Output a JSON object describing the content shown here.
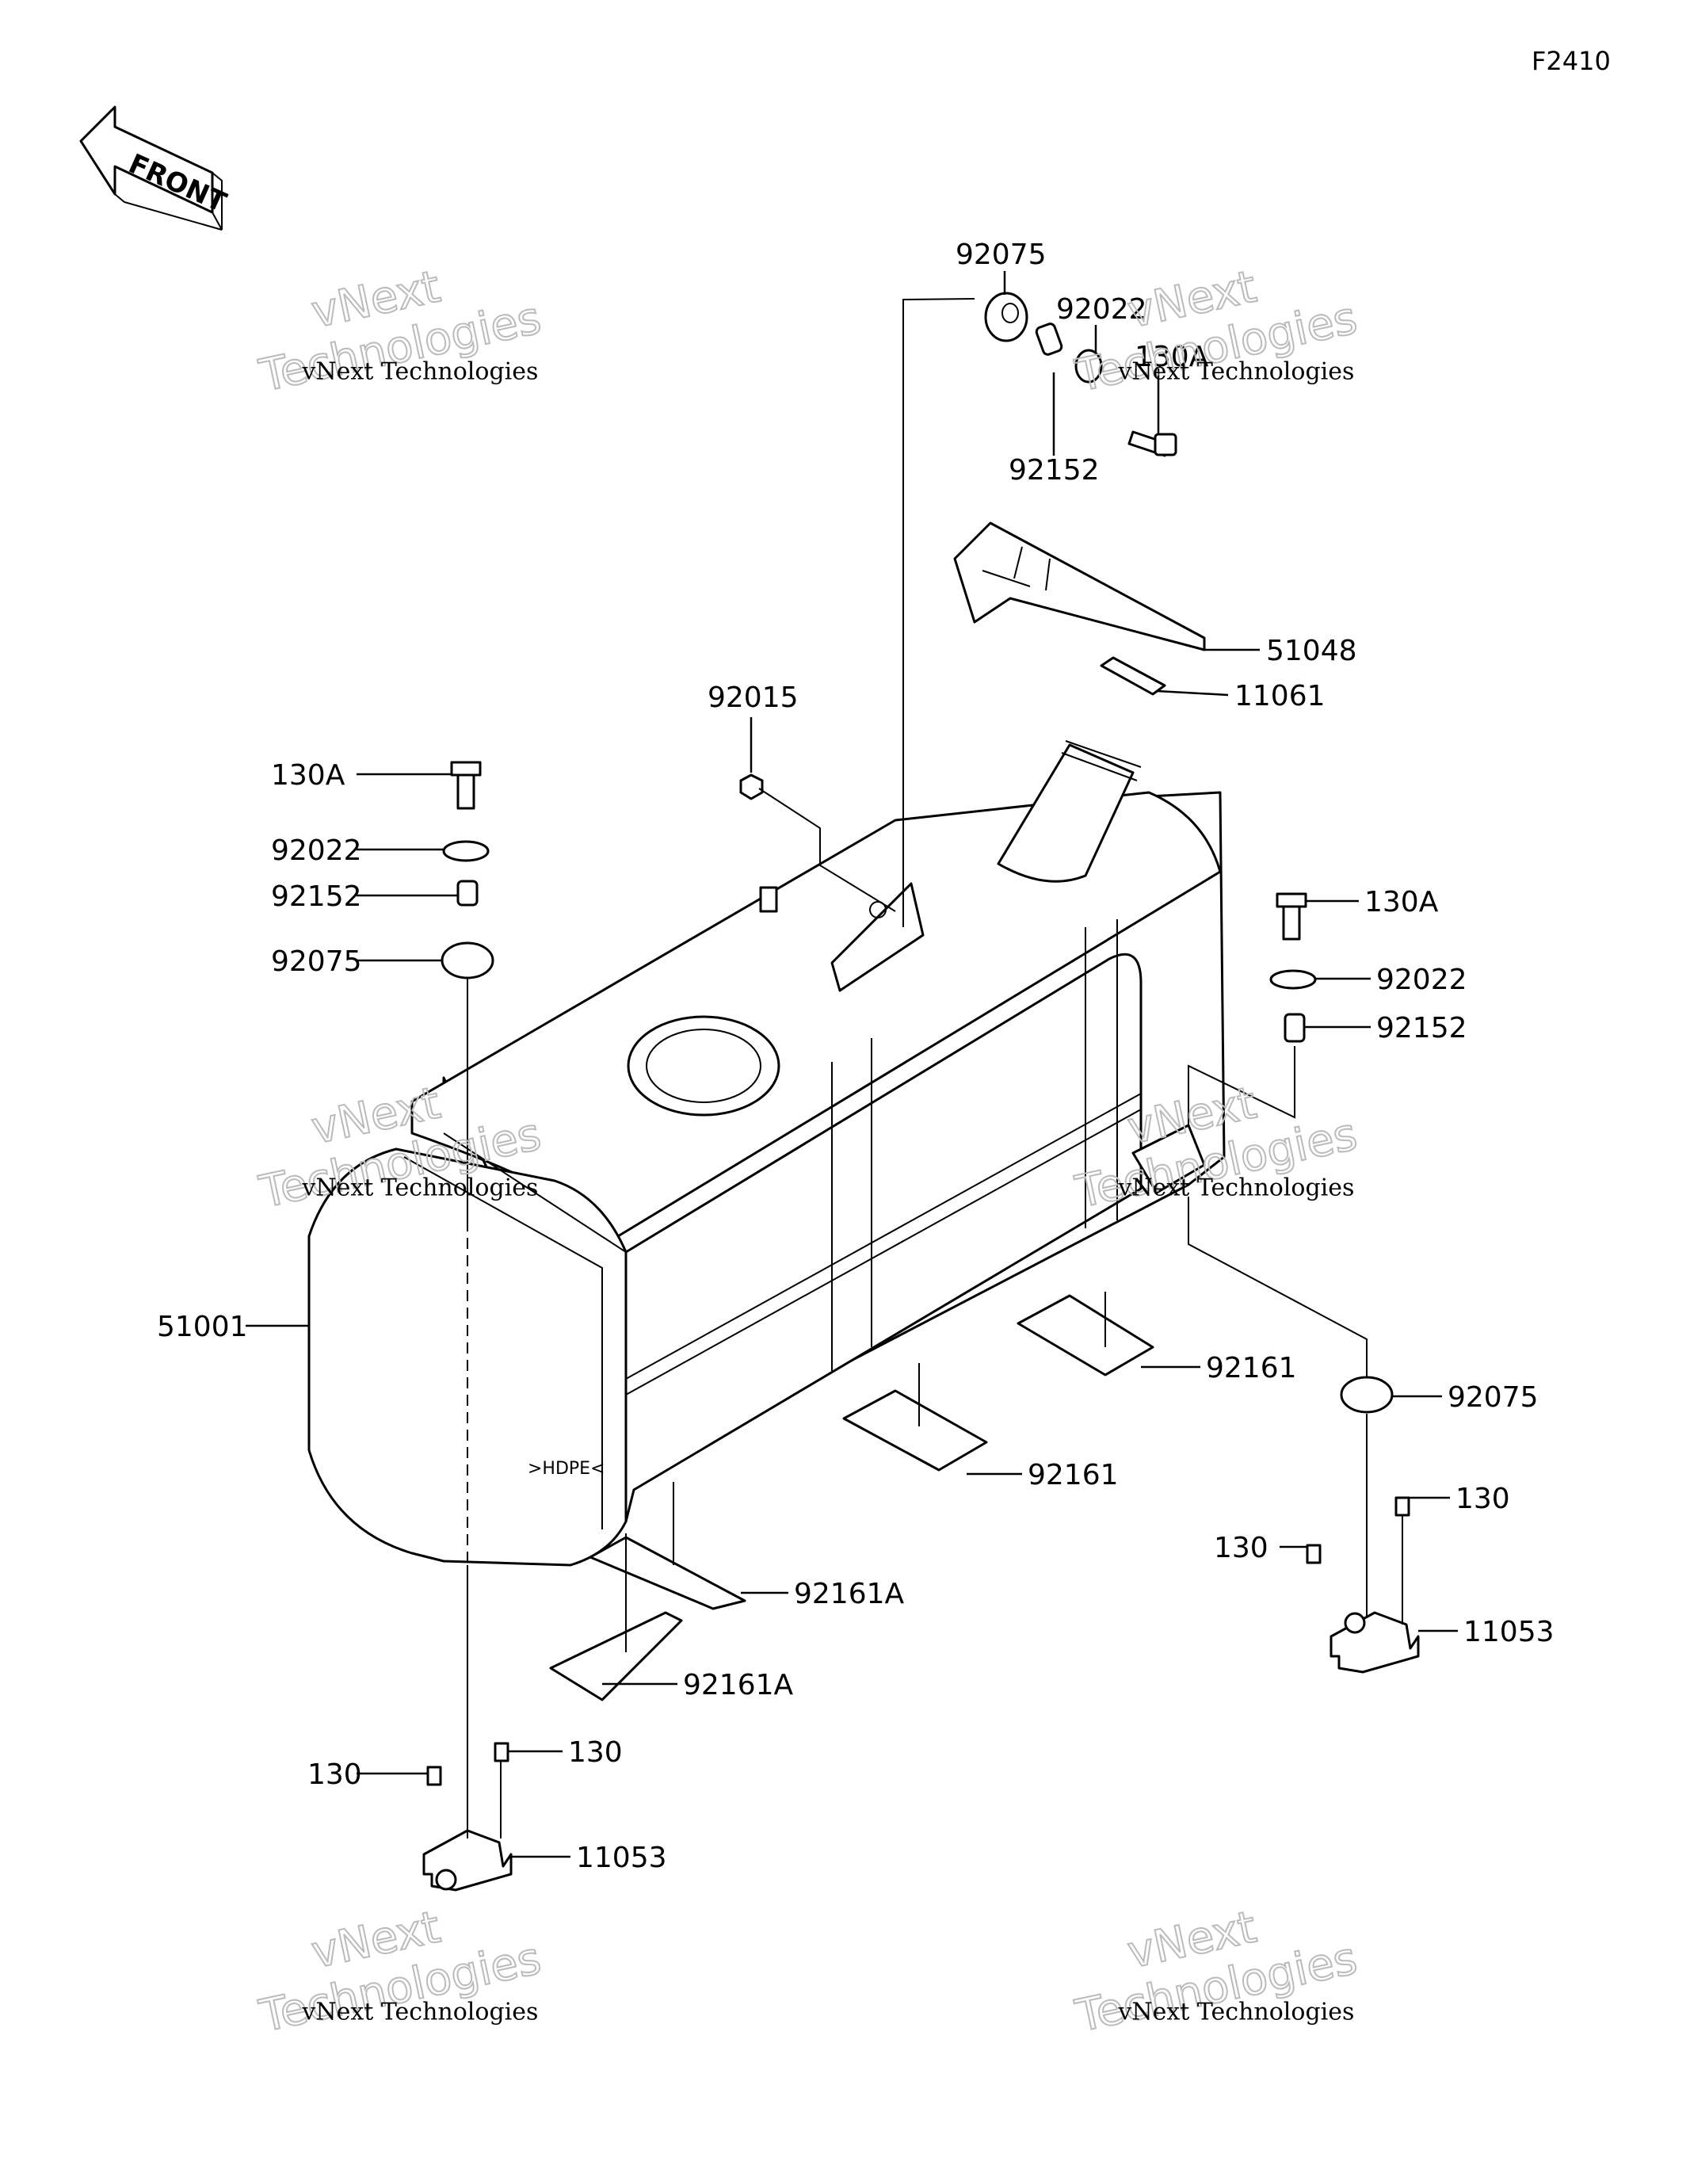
{
  "figure_code": "F2410",
  "front_arrow": {
    "text": "FRONT"
  },
  "watermark": {
    "line1": "vNext",
    "line2": "Technologies",
    "caption": "vNext Technologies"
  },
  "labels": {
    "grommet_top": "92075",
    "washer_top": "92022",
    "bolt_top": "130A",
    "collar_top": "92152",
    "cover": "51048",
    "gasket": "11061",
    "nut": "92015",
    "bolt_left": "130A",
    "washer_left": "92022",
    "collar_left": "92152",
    "grommet_left": "92075",
    "bolt_right": "130A",
    "washer_right": "92022",
    "collar_right": "92152",
    "tank": "51001",
    "pad_right": "92161",
    "pad_middle": "92161",
    "grommet_right": "92075",
    "bolt_r1": "130",
    "bolt_r2": "130",
    "bracket_right": "11053",
    "pad_a1": "92161A",
    "pad_a2": "92161A",
    "bolt_l1": "130",
    "bolt_l2": "130",
    "bracket_left": "11053"
  }
}
